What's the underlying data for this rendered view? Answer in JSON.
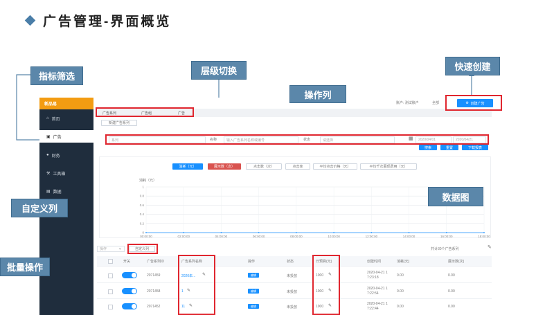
{
  "slide": {
    "title": "广告管理-界面概览"
  },
  "callouts": {
    "metric_filter": "指标筛选",
    "level_switch": "层级切换",
    "quick_create": "快速创建",
    "action_column": "操作列",
    "chart": "数据图",
    "custom_columns": "自定义列",
    "batch_ops": "批量操作"
  },
  "app": {
    "logo": "新品易",
    "nav": [
      {
        "label": "首页"
      },
      {
        "label": "广告"
      },
      {
        "label": "财务"
      },
      {
        "label": "工具箱"
      },
      {
        "label": "数据"
      }
    ],
    "tabs": [
      {
        "label": "广告系列"
      },
      {
        "label": "广告组"
      },
      {
        "label": "广告"
      }
    ],
    "new_series_button": "新建广告系列",
    "create_ad_button": "创建广告",
    "header_right": "账户: 测试账户",
    "header_mid": "全部",
    "filter_placeholders": [
      "系列",
      "名称",
      "输入广告系列名称或编号",
      "状态",
      "请选择",
      "2020/04/01",
      "2020/04/21"
    ],
    "filter_buttons": [
      "搜索",
      "重置",
      "下载报表"
    ],
    "metric_buttons": [
      "消耗（元）",
      "展示数（次）",
      "点击数（次）",
      "点击率",
      "平均点击价格（元）",
      "平均千次展现费用（元）"
    ],
    "chart_y_label": "消耗（元）",
    "batch_select": "操作",
    "custom_column_button": "自定义列",
    "table_right": "共计30个广告系列",
    "table_headers": [
      "开关",
      "广告系列ID",
      "广告系列名称",
      "操作",
      "状态",
      "日预算(元)",
      "创建时间",
      "消耗(元)",
      "展示数(次)"
    ],
    "rows": [
      {
        "id": "2071459",
        "name": "2020年...",
        "op": "编辑",
        "status": "未投放",
        "budget": "1000",
        "time1": "2020-04-21 1",
        "time2": "7:23:18",
        "cost": "0.00",
        "impr": "0.00"
      },
      {
        "id": "2071458",
        "name": "1",
        "op": "编辑",
        "status": "未投放",
        "budget": "1000",
        "time1": "2020-04-21 1",
        "time2": "7:22:54",
        "cost": "0.00",
        "impr": "0.00"
      },
      {
        "id": "2071452",
        "name": "11",
        "op": "编辑",
        "status": "未投放",
        "budget": "1000",
        "time1": "2020-04-21 1",
        "time2": "7:22:44",
        "cost": "0.00",
        "impr": "0.00"
      }
    ]
  },
  "chart_data": {
    "type": "line",
    "ylabel": "消耗（元）",
    "x_ticks": [
      "00:00:00",
      "02:00:00",
      "04:00:00",
      "06:00:00",
      "08:00:00",
      "10:00:00",
      "12:00:00",
      "14:00:00",
      "16:00:00",
      "18:00:00"
    ],
    "y_ticks": [
      "0",
      "0.2",
      "0.4",
      "0.6",
      "0.8",
      "1"
    ],
    "ylim": [
      0,
      1
    ],
    "series": [
      {
        "values": [
          0,
          0,
          0,
          0,
          0,
          0,
          0,
          0,
          0,
          0
        ]
      }
    ],
    "grid": true
  },
  "colors": {
    "accent": "#1890ff",
    "sidebar": "#1f2d3d",
    "logo": "#f39c12",
    "callout": "#5b87aa",
    "highlight": "#e0262f"
  }
}
